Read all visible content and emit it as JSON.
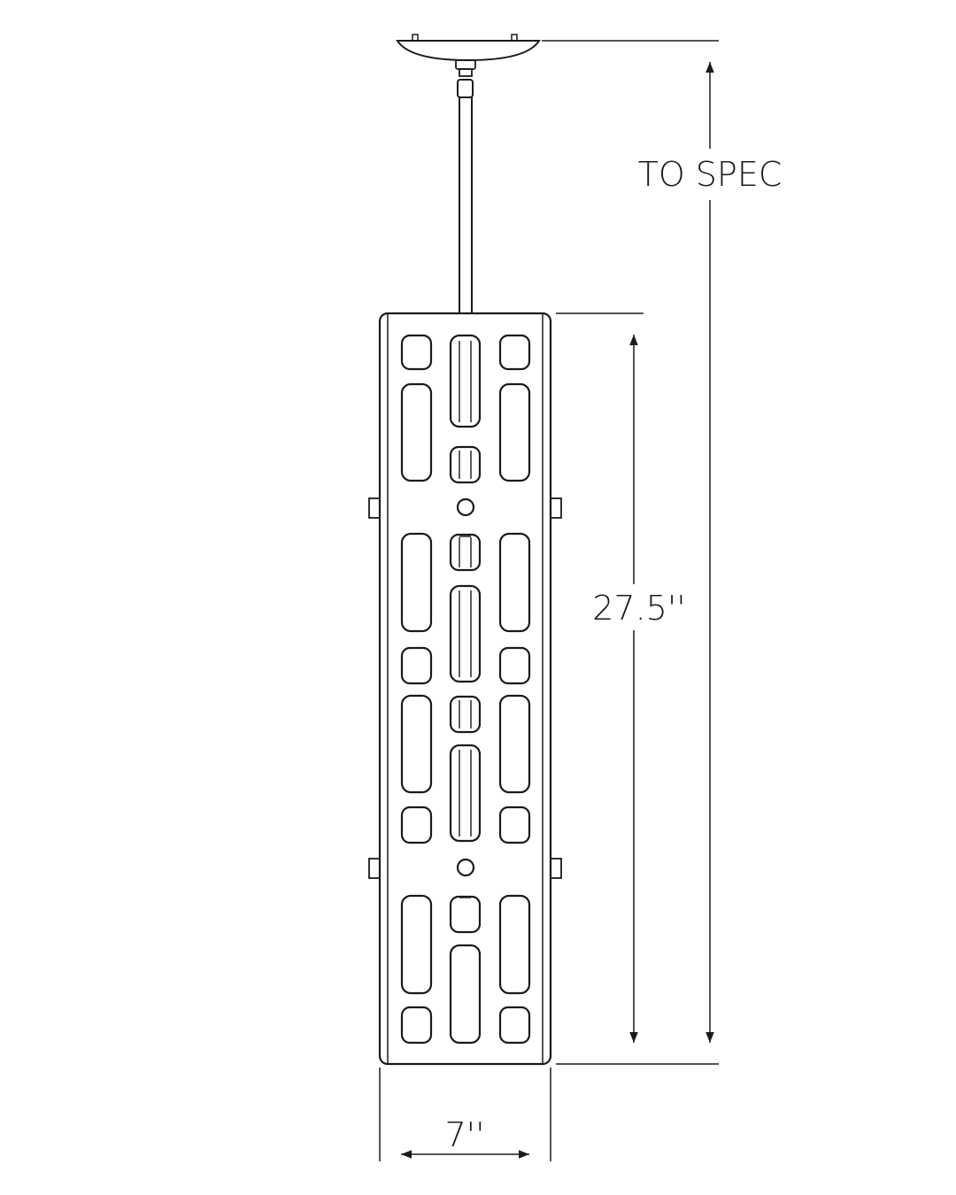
{
  "dimensions": {
    "overall_height_label": "TO SPEC",
    "body_height_label": "27.5''",
    "width_label": "7''"
  },
  "colors": {
    "line": "#1a1a1a",
    "background": "#ffffff"
  }
}
